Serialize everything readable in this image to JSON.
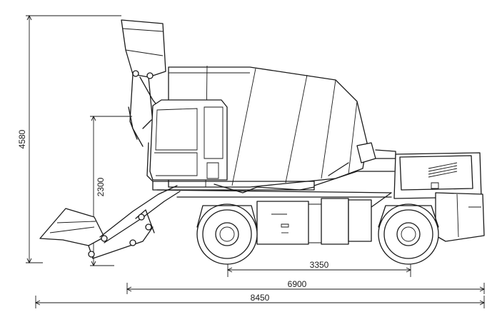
{
  "dimensions": {
    "total_height": "4580",
    "bucket_height": "2300",
    "wheelbase": "3350",
    "vehicle_length": "6900",
    "overall_length": "8450"
  }
}
